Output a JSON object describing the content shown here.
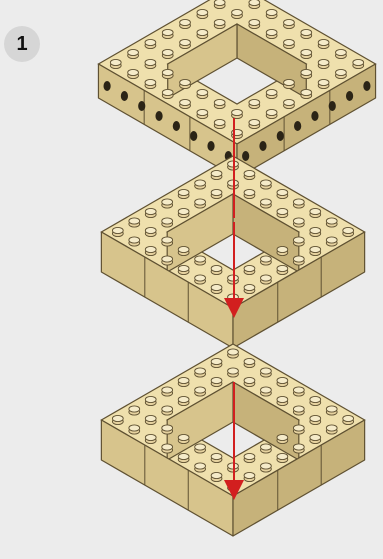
{
  "step": {
    "number": "1"
  },
  "colors": {
    "background": "#ececec",
    "brick_top": "#efe0ad",
    "brick_left": "#d7c48c",
    "brick_right": "#c6b27a",
    "stud": "#e6d29f",
    "stud_top": "#f5ebc9",
    "outline": "#5f5132",
    "arrow": "#d21f1f",
    "step_badge": "#d6d6d6"
  },
  "layers": [
    {
      "name": "technic-frame-top",
      "has_pin_holes": true
    },
    {
      "name": "brick-frame-middle",
      "has_pin_holes": false
    },
    {
      "name": "brick-frame-bottom",
      "has_pin_holes": false
    }
  ],
  "arrows": [
    {
      "name": "insert-arrow-1",
      "from": "technic-frame-top",
      "to": "brick-frame-middle"
    },
    {
      "name": "insert-arrow-2",
      "from": "brick-frame-middle",
      "to": "brick-frame-bottom"
    }
  ]
}
